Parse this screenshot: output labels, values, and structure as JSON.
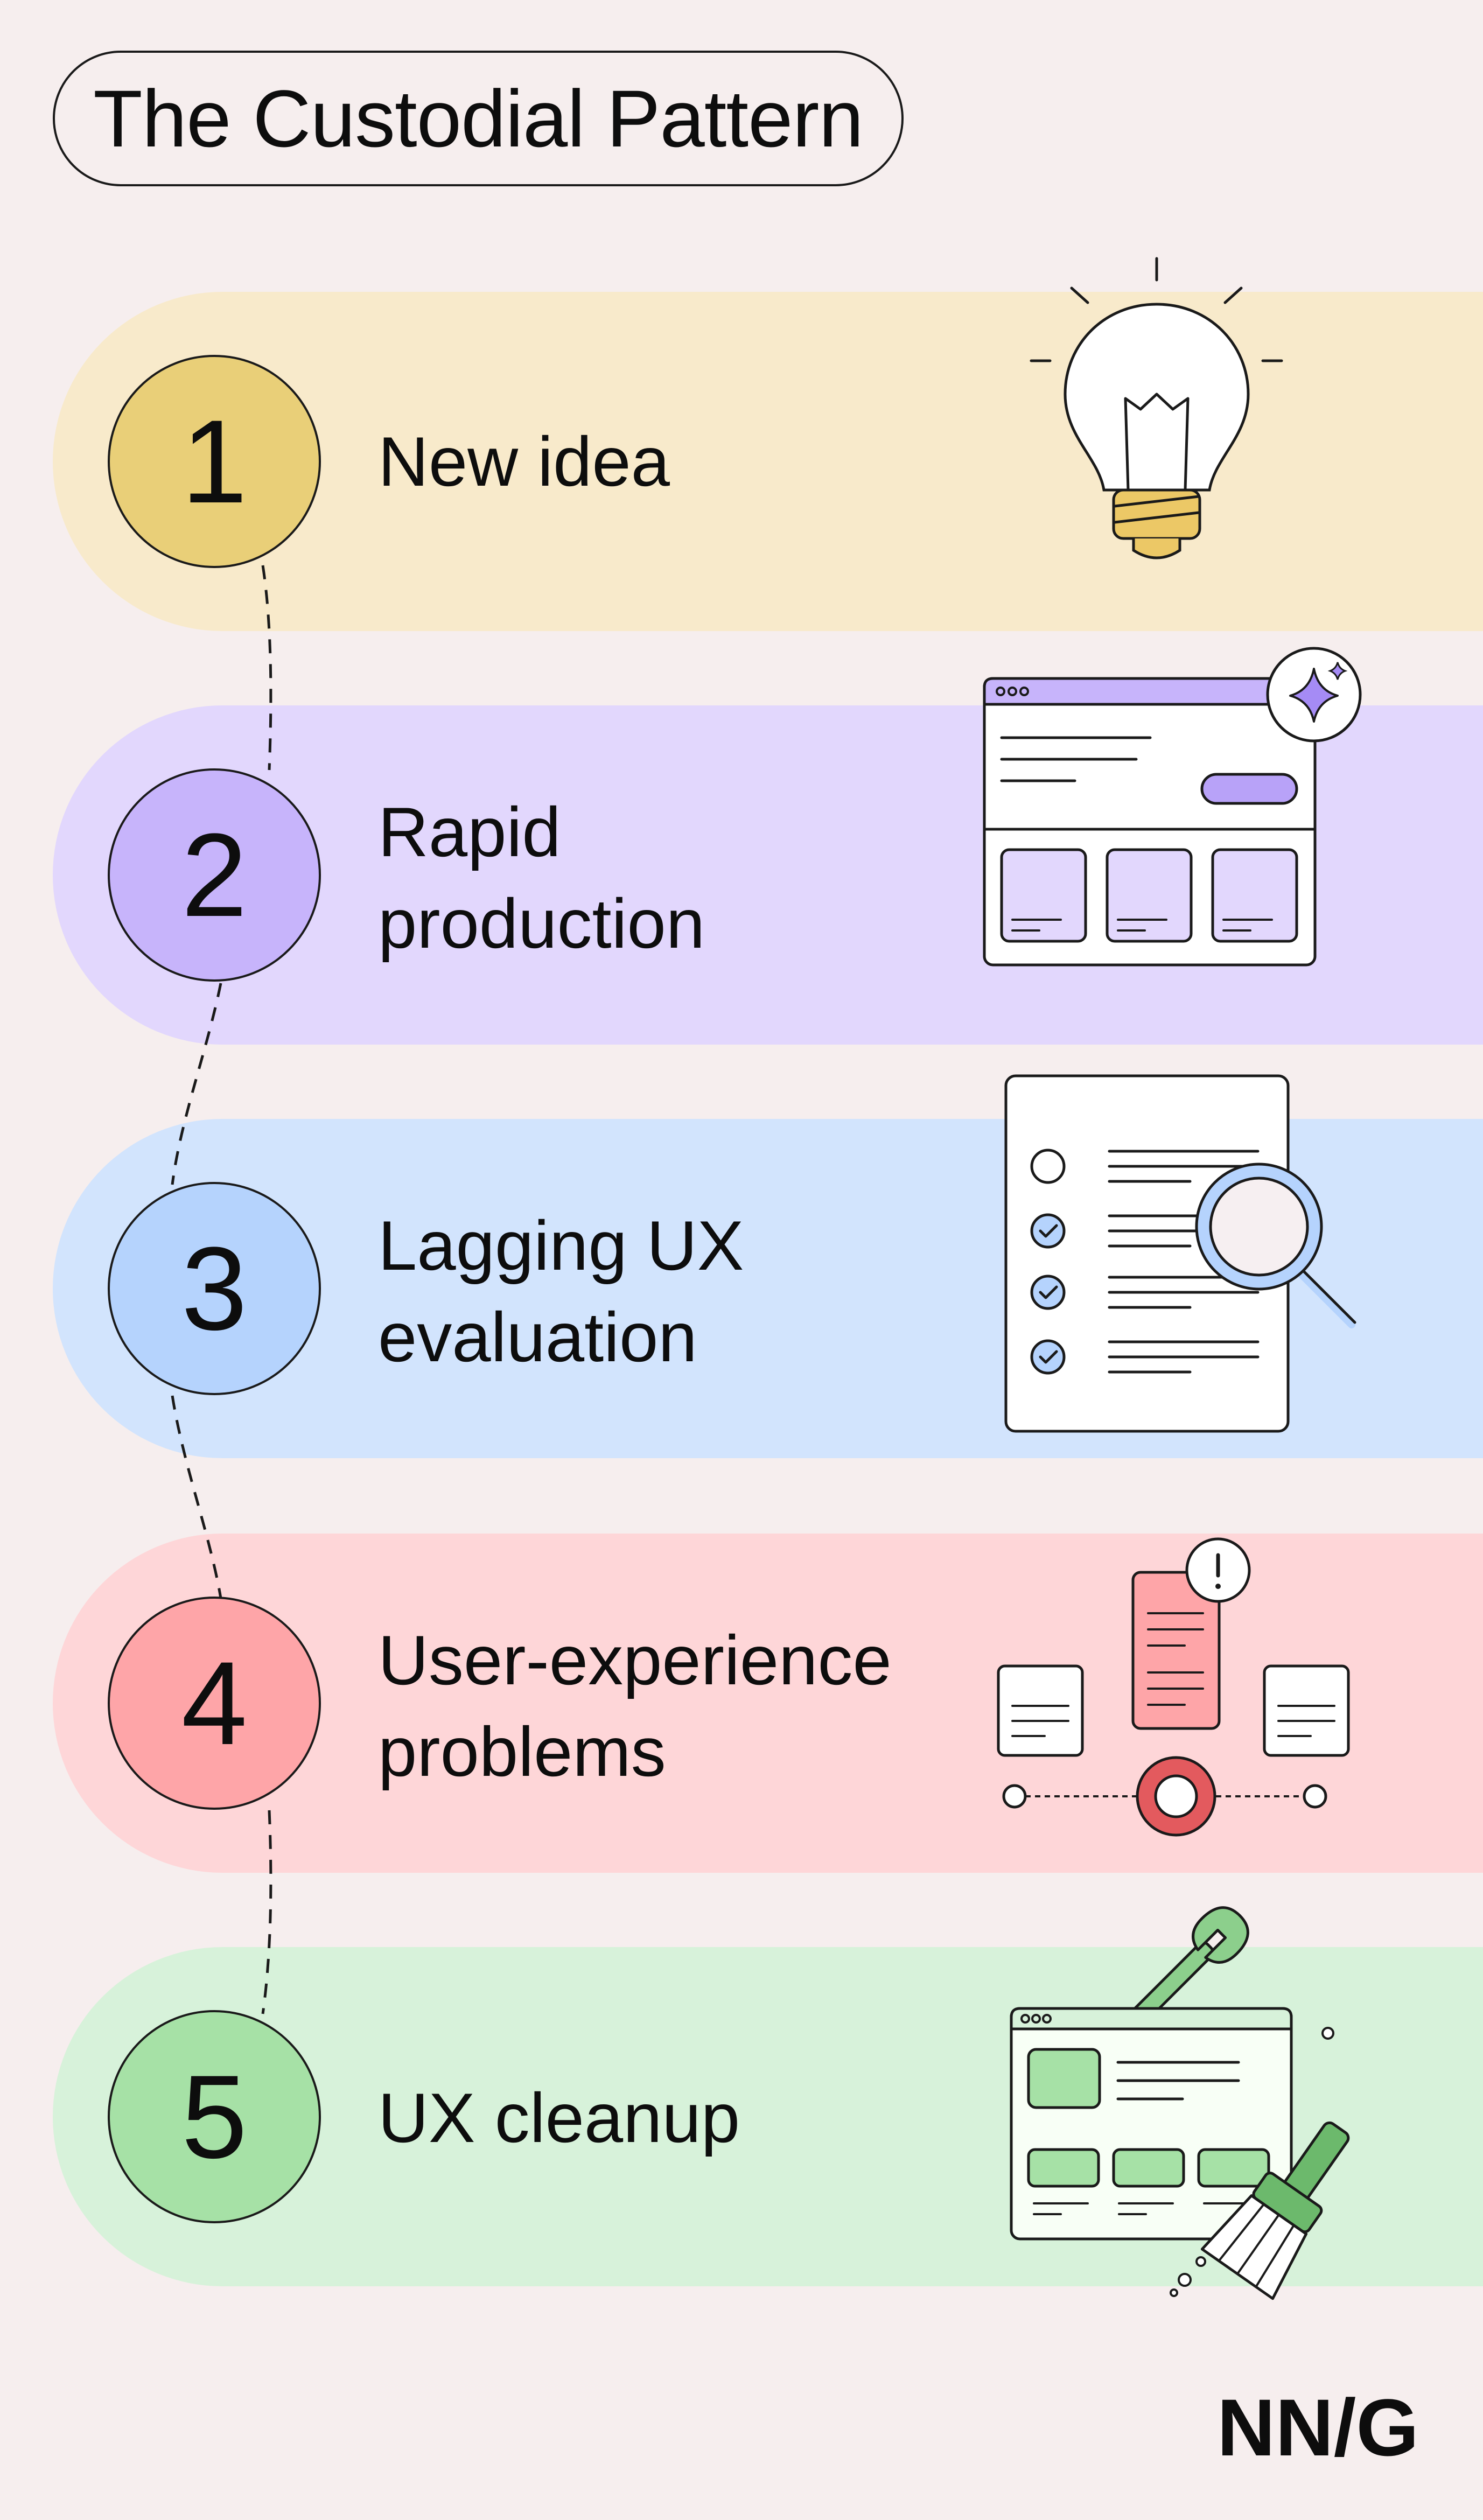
{
  "title": "The Custodial Pattern",
  "steps": [
    {
      "number": "1",
      "lines": [
        "New idea"
      ],
      "color": "#f8eacb",
      "circle_color": "#e9cf78",
      "icon": "lightbulb-icon"
    },
    {
      "number": "2",
      "lines": [
        "Rapid",
        "production"
      ],
      "color": "#e2d7fd",
      "circle_color": "#c7b4fb",
      "icon": "website-sparkle-icon"
    },
    {
      "number": "3",
      "lines": [
        "Lagging UX",
        "evaluation"
      ],
      "color": "#d2e4fd",
      "circle_color": "#b5d3fd",
      "icon": "checklist-magnifier-icon"
    },
    {
      "number": "4",
      "lines": [
        "User-experience",
        "problems"
      ],
      "color": "#fed6d8",
      "circle_color": "#fea5a8",
      "icon": "error-flow-icon"
    },
    {
      "number": "5",
      "lines": [
        "UX cleanup"
      ],
      "color": "#d7f2da",
      "circle_color": "#a6e1a6",
      "icon": "website-repair-icon"
    }
  ],
  "logo": "NN/G"
}
